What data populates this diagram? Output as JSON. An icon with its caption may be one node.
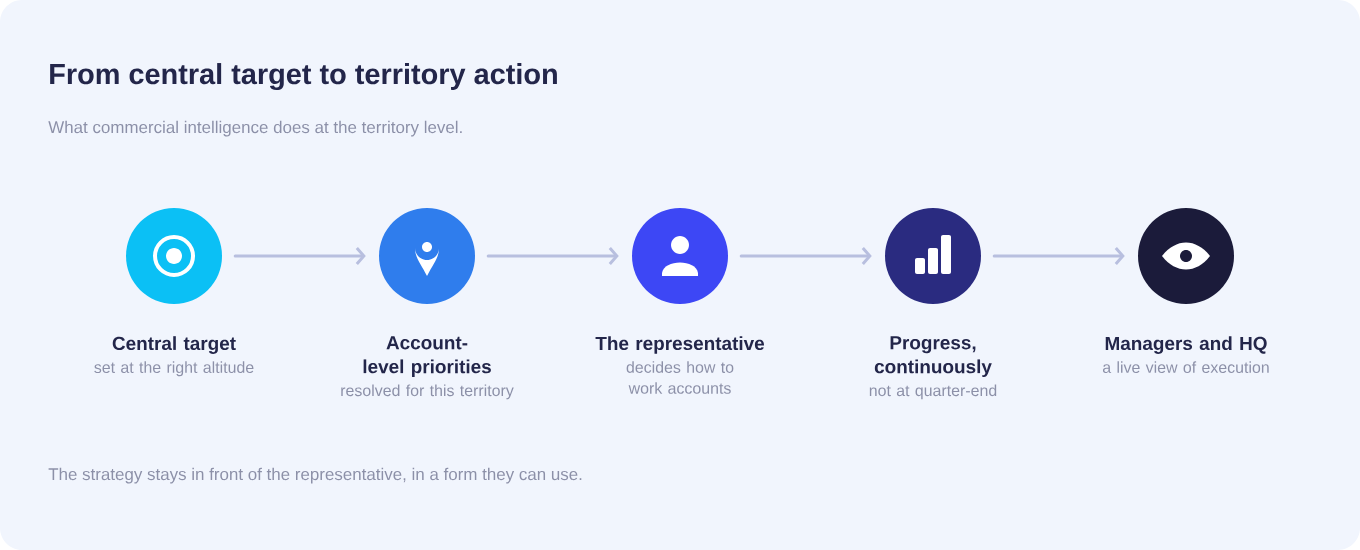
{
  "diagram": {
    "title": "From central target to territory action",
    "caption": "What commercial intelligence does at the territory level.",
    "nodes": [
      {
        "text": [
          "Central target",
          "set at the right altitude"
        ]
      },
      {
        "text": [
          "Account-level priorities",
          "resolved for this territory"
        ]
      },
      {
        "text": [
          "The representative",
          "decides how to work accounts"
        ]
      },
      {
        "text": [
          "Progress, continuously",
          "not at quarter-end"
        ]
      },
      {
        "text": [
          "Managers and HQ",
          "a live view of execution"
        ]
      }
    ],
    "edges": [
      {
        "from": 0,
        "to": 1,
        "arrow": "to"
      },
      {
        "from": 1,
        "to": 2,
        "arrow": "to"
      },
      {
        "from": 2,
        "to": 3,
        "arrow": "to"
      },
      {
        "from": 3,
        "to": 4,
        "arrow": "to"
      }
    ],
    "labels": [
      "The strategy stays in front of the representative, in a form they can use."
    ]
  }
}
